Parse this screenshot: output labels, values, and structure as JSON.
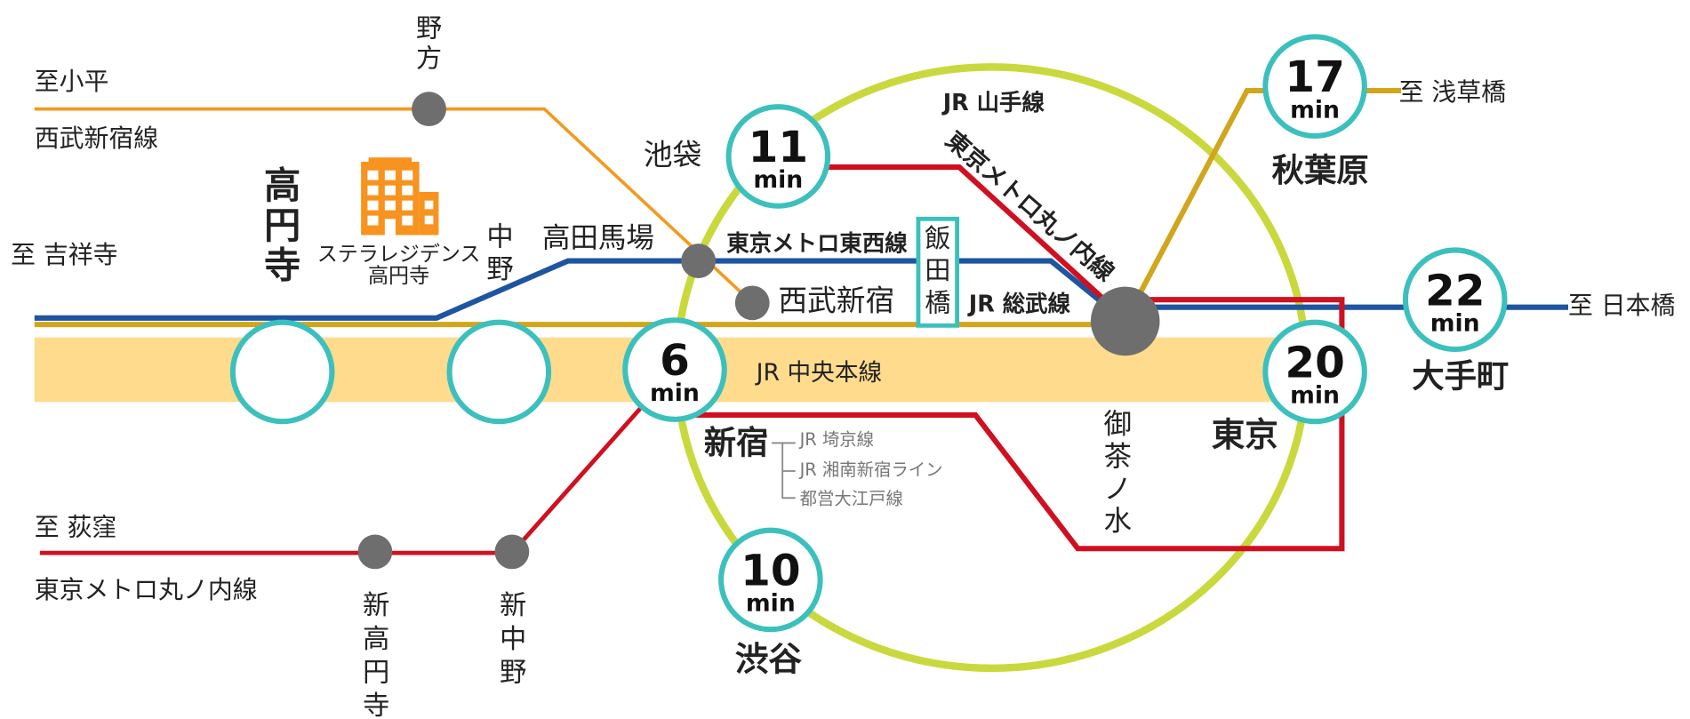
{
  "time_unit": "min",
  "property": {
    "name_line1": "ステラレジデンス",
    "name_line2": "高円寺",
    "icon": "building-icon",
    "color": "#f7931e"
  },
  "lines": {
    "seibu_shinjuku": {
      "name": "西武新宿線",
      "color": "#f39a1e"
    },
    "chuo": {
      "name": "JR 中央本線",
      "color": "#f39a1e",
      "band_color": "#ffdb8e"
    },
    "sobu": {
      "name": "JR 総武線",
      "color": "#d1a61c"
    },
    "yamanote": {
      "name": "JR 山手線",
      "color": "#c9d93d",
      "label_color": "#bca81d"
    },
    "tozai": {
      "name": "東京メトロ東西線",
      "color": "#1e55a0"
    },
    "marunouchi": {
      "name": "東京メトロ丸ノ内線",
      "color": "#cf1020"
    }
  },
  "destinations": {
    "kodaira": "至小平",
    "kichijoji": "至 吉祥寺",
    "ogikubo": "至 荻窪",
    "asakusabashi": "至 浅草橋",
    "nihonbashi": "至 日本橋"
  },
  "stations": {
    "koenji": {
      "name": "高円寺"
    },
    "nakano": {
      "name": "中野"
    },
    "nogata": {
      "name": "野方"
    },
    "takadanobaba": {
      "name": "高田馬場"
    },
    "seibu_shinjuku": {
      "name": "西武新宿"
    },
    "iidabashi": {
      "name": "飯田橋"
    },
    "ochanomizu": {
      "name": "御茶ノ水"
    },
    "shin_koenji": {
      "name": "新高円寺"
    },
    "shin_nakano": {
      "name": "新中野"
    },
    "shinjuku": {
      "name": "新宿",
      "minutes": 6,
      "transfers": [
        "JR 埼京線",
        "JR 湘南新宿ライン",
        "都営大江戸線"
      ]
    },
    "ikebukuro": {
      "name": "池袋",
      "minutes": 11
    },
    "shibuya": {
      "name": "渋谷",
      "minutes": 10
    },
    "tokyo": {
      "name": "東京",
      "minutes": 20
    },
    "akihabara": {
      "name": "秋葉原",
      "minutes": 17
    },
    "otemachi": {
      "name": "大手町",
      "minutes": 22
    }
  },
  "colors": {
    "badge_ring": "#3cc0bd",
    "station_dot": "#6e6e6e",
    "label_text": "#222222",
    "transfer_text": "#777777"
  }
}
